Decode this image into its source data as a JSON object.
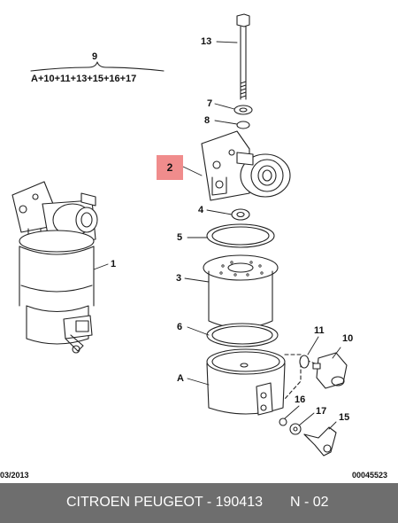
{
  "group": {
    "number": "9",
    "contents": "A+10+11+13+15+16+17"
  },
  "callouts": {
    "c13": "13",
    "c7": "7",
    "c8": "8",
    "c2": "2",
    "c4": "4",
    "c5": "5",
    "c1": "1",
    "c3": "3",
    "c6": "6",
    "c11": "11",
    "c10": "10",
    "cA": "A",
    "c16": "16",
    "c17": "17",
    "c15": "15"
  },
  "highlighted_part": "2",
  "colors": {
    "highlight": "#f08c8c",
    "footer_bg": "#6e6e6e"
  },
  "footer": {
    "date": "03/2013",
    "doc_number": "00045523",
    "title": "CITROEN PEUGEOT - 190413",
    "page": "N - 02"
  }
}
